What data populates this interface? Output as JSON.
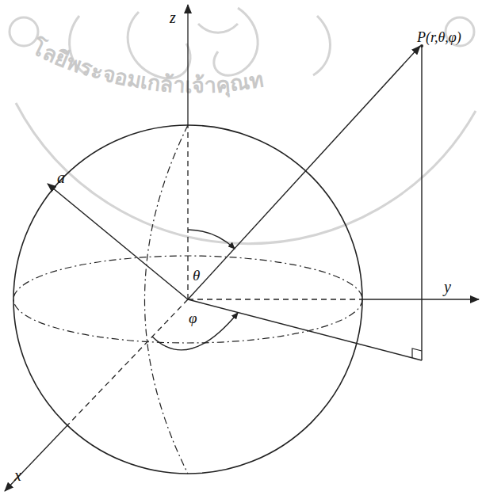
{
  "diagram": {
    "labels": [
      "โลยีพระจอมเกล้าเจ้าคุณท",
      "z",
      "y",
      "x",
      "a",
      "θ",
      "φ",
      "P(r,θ,φ)"
    ]
  }
}
